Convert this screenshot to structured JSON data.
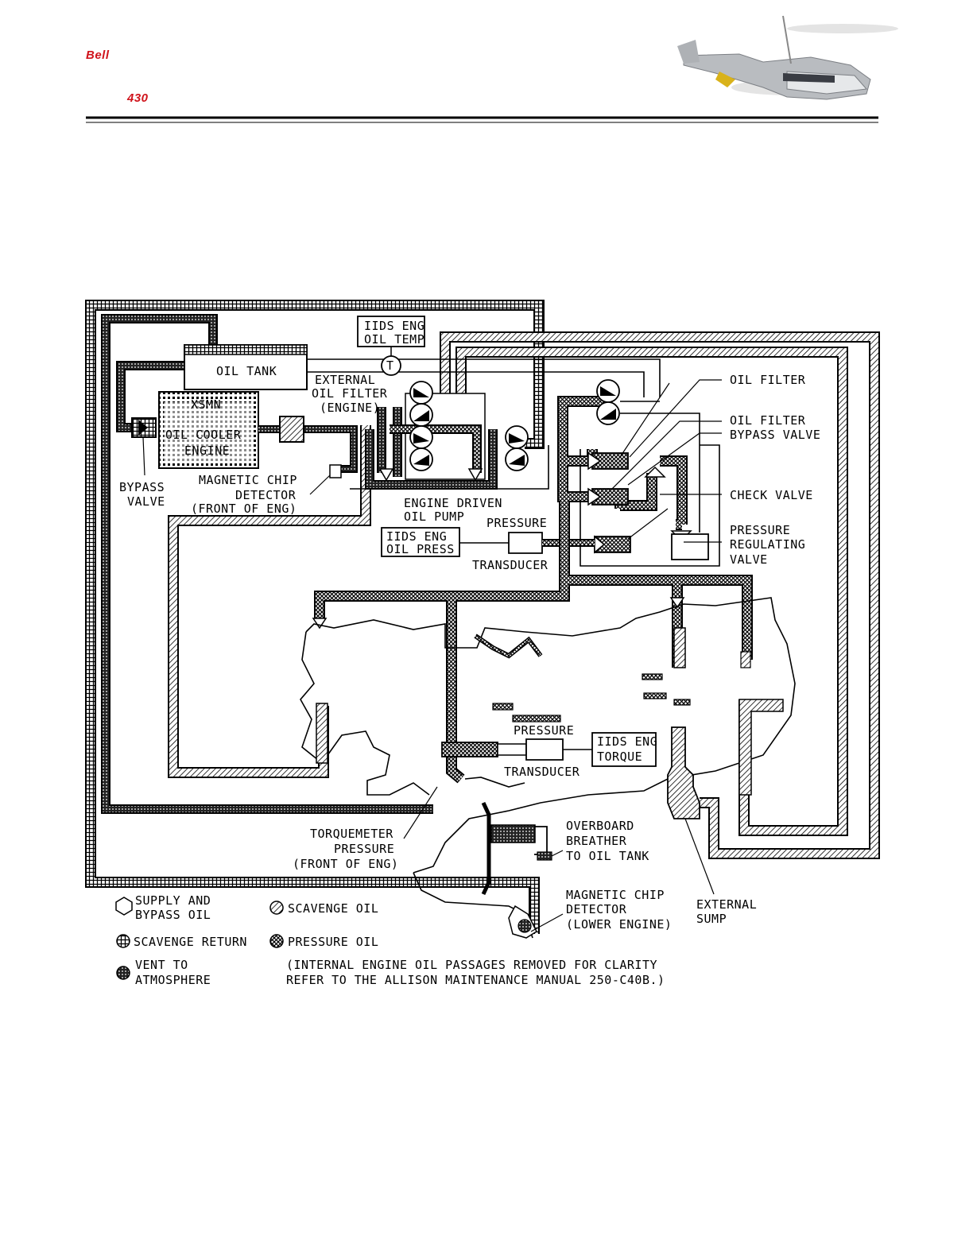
{
  "header": {
    "brand": "Bell",
    "model": "430"
  },
  "components": {
    "oil_tank": "OIL TANK",
    "xsmn": "XSMN",
    "oil_cooler": "OIL COOLER",
    "engine": "ENGINE",
    "external_oil_filter": [
      "EXTERNAL",
      "OIL FILTER",
      "(ENGINE)"
    ],
    "bypass_valve": [
      "BYPASS",
      "VALVE"
    ],
    "magnetic_chip_detector_front": [
      "MAGNETIC CHIP",
      "DETECTOR",
      "(FRONT OF ENG)"
    ],
    "iids_oil_temp": [
      "IIDS ENG",
      "OIL TEMP"
    ],
    "temp_symbol": "T",
    "engine_driven_oil_pump": [
      "ENGINE DRIVEN",
      "OIL PUMP"
    ],
    "iids_oil_press": [
      "IIDS ENG",
      "OIL PRESS"
    ],
    "pressure_transducer_top": "PRESSURE",
    "transducer_top": "TRANSDUCER",
    "oil_filter": "OIL FILTER",
    "oil_filter_bypass_valve": [
      "OIL FILTER",
      "BYPASS VALVE"
    ],
    "check_valve": "CHECK VALVE",
    "pressure_regulating_valve": [
      "PRESSURE",
      "REGULATING",
      "VALVE"
    ],
    "pressure_lower": "PRESSURE",
    "iids_torque": [
      "IIDS ENG",
      "TORQUE"
    ],
    "transducer_lower": "TRANSDUCER",
    "torquemeter_pressure": [
      "TORQUEMETER",
      "PRESSURE",
      "(FRONT OF ENG)"
    ],
    "overboard_breather": [
      "OVERBOARD",
      "BREATHER",
      "TO OIL TANK"
    ],
    "magnetic_chip_detector_lower": [
      "MAGNETIC CHIP",
      "DETECTOR",
      "(LOWER ENGINE)"
    ],
    "external_sump": [
      "EXTERNAL",
      "SUMP"
    ]
  },
  "legend": {
    "supply_bypass": [
      "SUPPLY AND",
      "BYPASS OIL"
    ],
    "scavenge_oil": "SCAVENGE OIL",
    "scavenge_return": "SCAVENGE RETURN",
    "pressure_oil": "PRESSURE OIL",
    "vent": [
      "VENT TO",
      "ATMOSPHERE"
    ],
    "note": [
      "(INTERNAL ENGINE OIL PASSAGES REMOVED FOR CLARITY",
      "REFER TO THE ALLISON MAINTENANCE MANUAL 250-C40B.)"
    ]
  }
}
